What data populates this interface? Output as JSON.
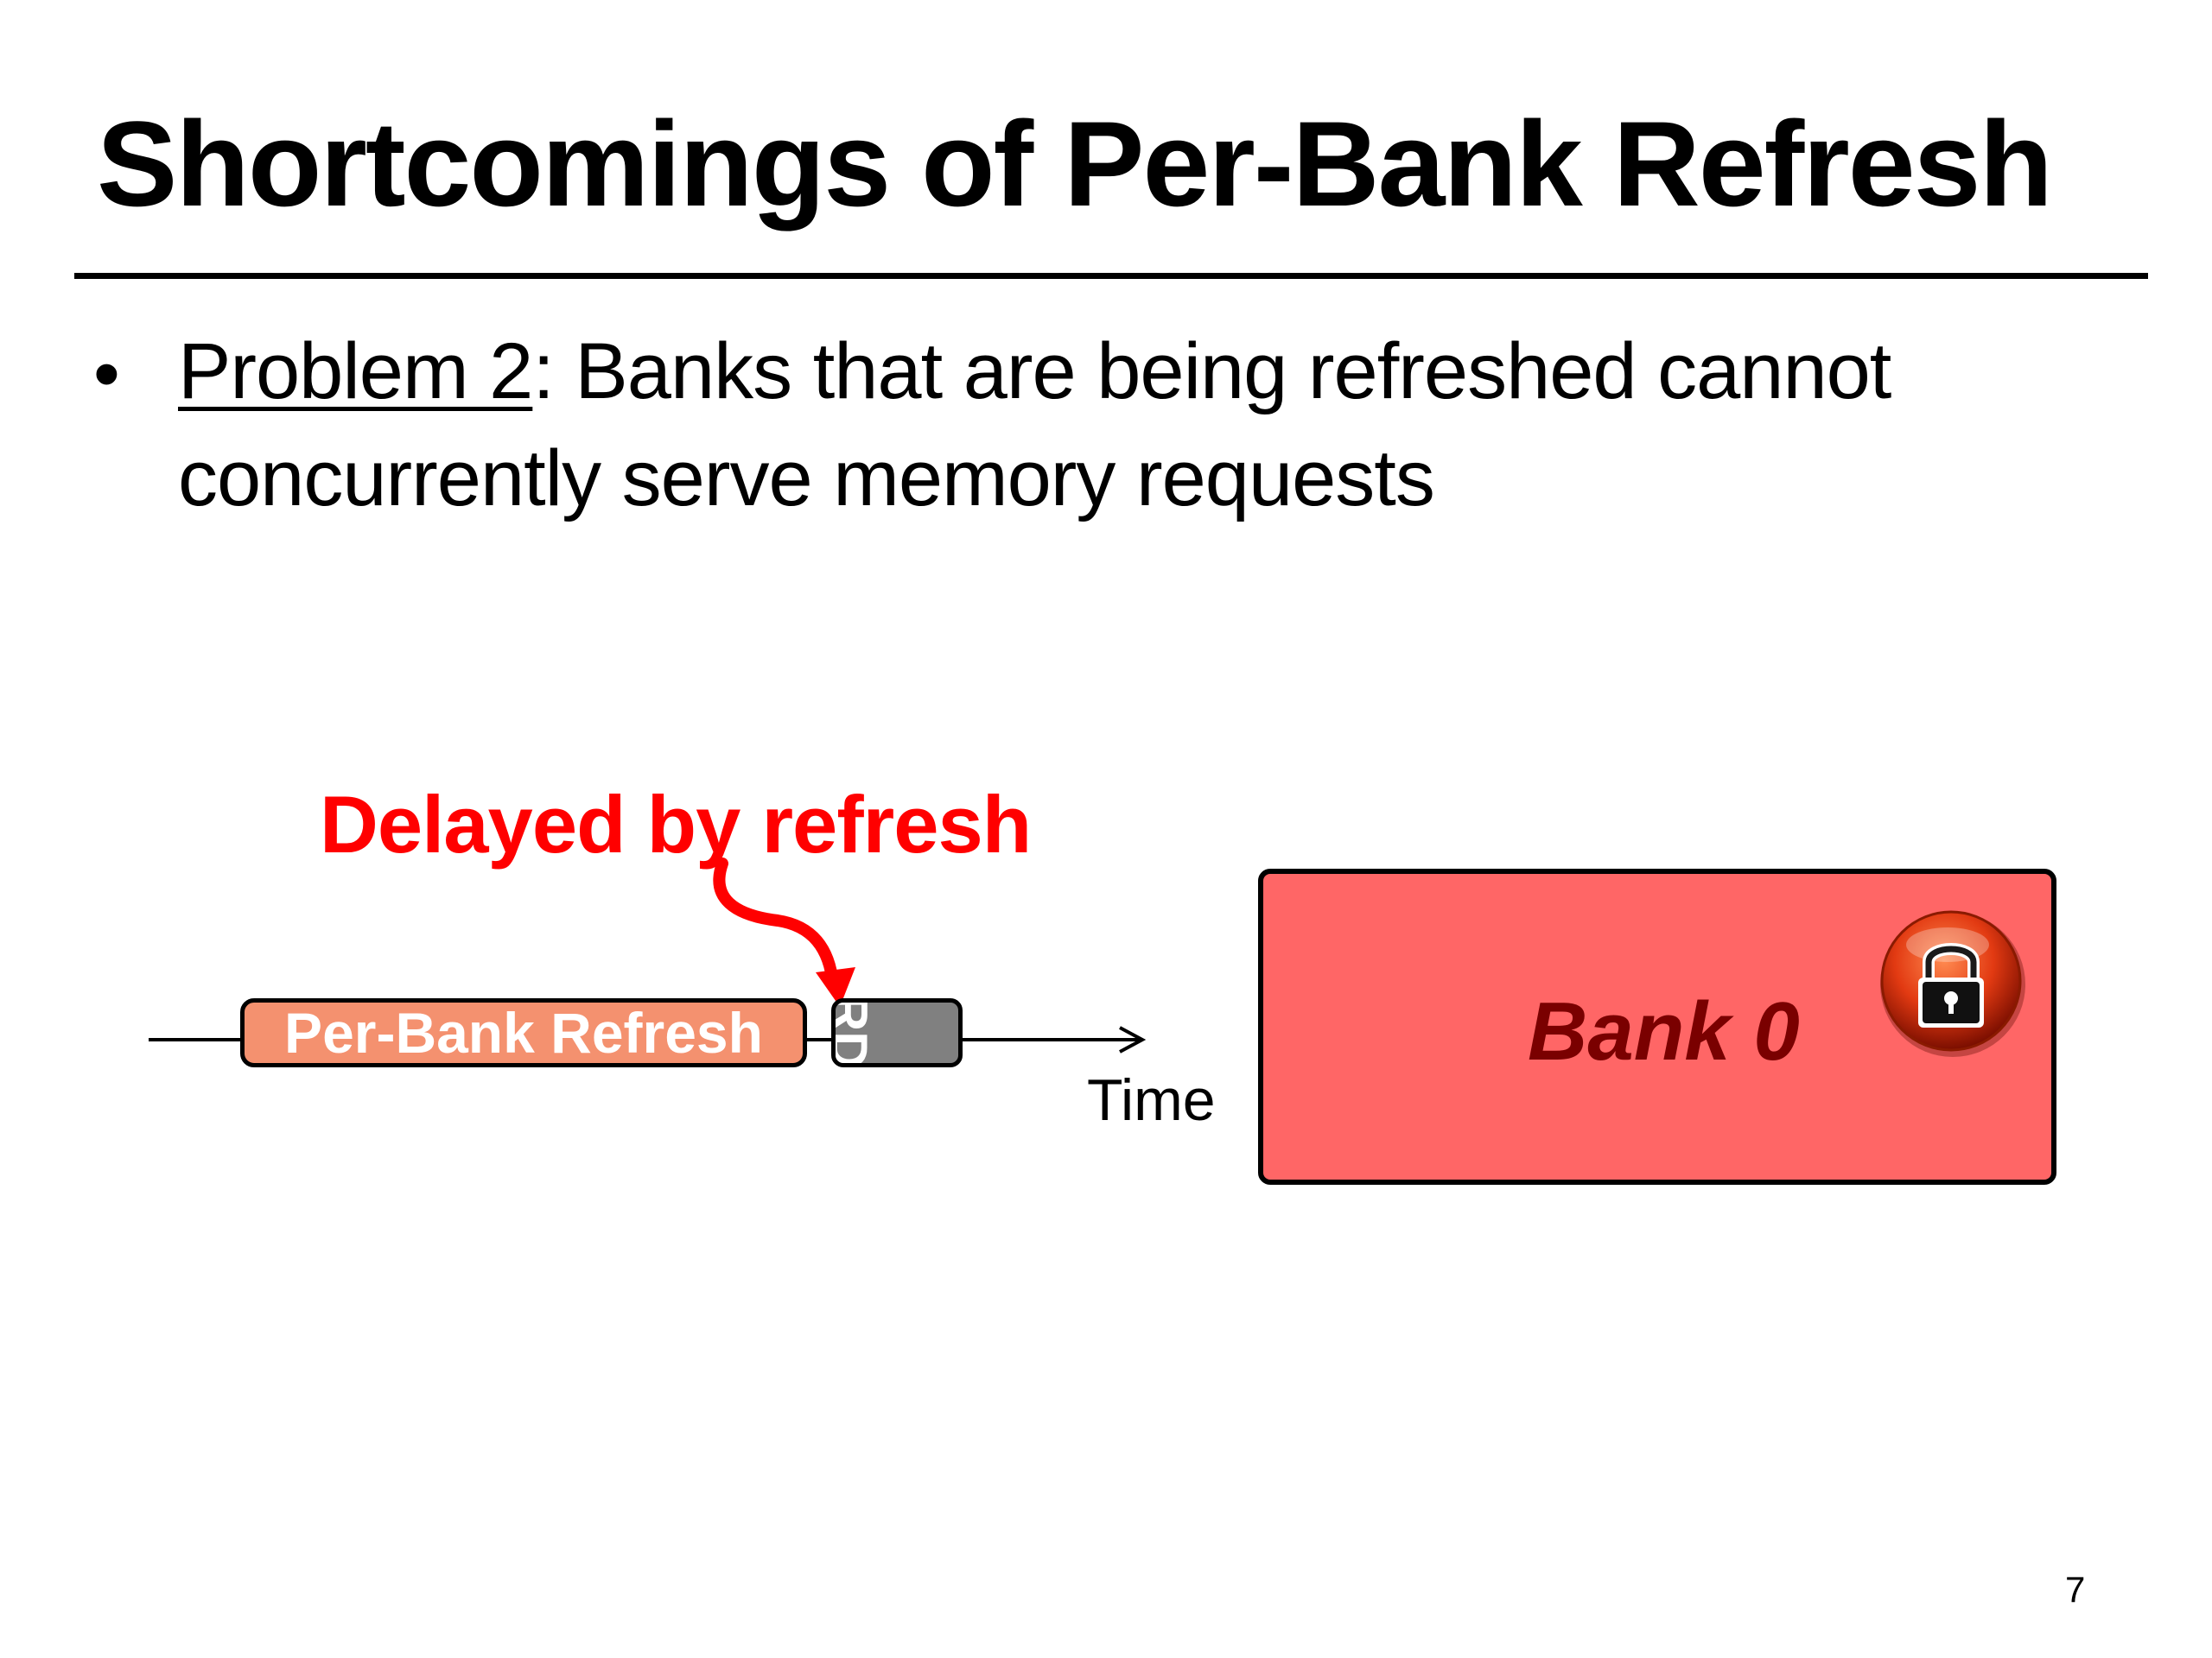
{
  "slide": {
    "title": "Shortcomings of Per-Bank Refresh",
    "bullet": {
      "marker": "•",
      "lead": "Problem 2",
      "colon": ":",
      "text": " Banks that are being refreshed cannot concurrently serve memory requests"
    },
    "page_number": "7"
  },
  "diagram": {
    "annotation": "Delayed by refresh",
    "refresh_label": "Per-Bank Refresh",
    "request_label": "RD",
    "time_label": "Time",
    "bank_label": "Bank 0",
    "lock_icon": "padlock-icon",
    "colors": {
      "annotation": "#ff0000",
      "refresh_fill": "#f4916f",
      "request_fill": "#808080",
      "bank_fill": "#ff6666",
      "bank_text": "#7a0000"
    }
  }
}
